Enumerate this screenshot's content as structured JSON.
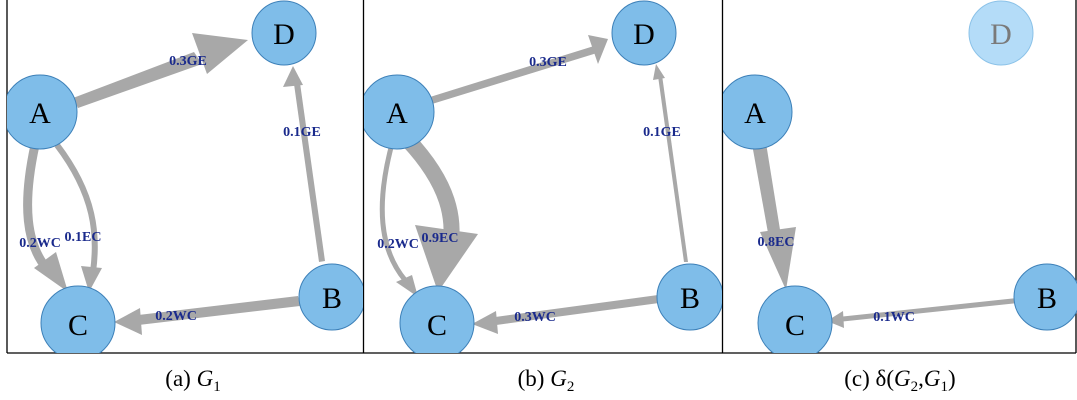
{
  "colors": {
    "node_fill": "#7fbde9",
    "node_stroke": "#3d80b8",
    "faded_fill": "#b4dcf8",
    "faded_stroke": "#8bc2e8",
    "faded_label": "#7a7a7a",
    "edge": "#a8a8a8",
    "edge_label": "#1a2a8c",
    "frame": "#000000"
  },
  "panels": [
    {
      "id": "g1",
      "caption": {
        "prefix": "(a) ",
        "symbol": "G",
        "sub": "1",
        "suffix": ""
      },
      "nodes": [
        {
          "id": "D",
          "label": "D",
          "faded": false
        },
        {
          "id": "A",
          "label": "A",
          "faded": false
        },
        {
          "id": "B",
          "label": "B",
          "faded": false
        },
        {
          "id": "C",
          "label": "C",
          "faded": false
        }
      ],
      "edges": [
        {
          "from": "A",
          "to": "D",
          "label": "0.3GE",
          "weight": 0.3
        },
        {
          "from": "B",
          "to": "D",
          "label": "0.1GE",
          "weight": 0.1
        },
        {
          "from": "A",
          "to": "C",
          "label": "0.2WC",
          "weight": 0.2
        },
        {
          "from": "A",
          "to": "C",
          "label": "0.1EC",
          "weight": 0.1
        },
        {
          "from": "B",
          "to": "C",
          "label": "0.2WC",
          "weight": 0.2
        }
      ]
    },
    {
      "id": "g2",
      "caption": {
        "prefix": "(b) ",
        "symbol": "G",
        "sub": "2",
        "suffix": ""
      },
      "nodes": [
        {
          "id": "D",
          "label": "D",
          "faded": false
        },
        {
          "id": "A",
          "label": "A",
          "faded": false
        },
        {
          "id": "B",
          "label": "B",
          "faded": false
        },
        {
          "id": "C",
          "label": "C",
          "faded": false
        }
      ],
      "edges": [
        {
          "from": "A",
          "to": "D",
          "label": "0.3GE",
          "weight": 0.3
        },
        {
          "from": "B",
          "to": "D",
          "label": "0.1GE",
          "weight": 0.1
        },
        {
          "from": "A",
          "to": "C",
          "label": "0.2WC",
          "weight": 0.2
        },
        {
          "from": "A",
          "to": "C",
          "label": "0.9EC",
          "weight": 0.9
        },
        {
          "from": "B",
          "to": "C",
          "label": "0.3WC",
          "weight": 0.3
        }
      ]
    },
    {
      "id": "delta",
      "caption": {
        "prefix": "(c) δ(",
        "symbol": "G",
        "sub": "2",
        "mid": ",",
        "symbol2": "G",
        "sub2": "1",
        "suffix": ")"
      },
      "nodes": [
        {
          "id": "D",
          "label": "D",
          "faded": true
        },
        {
          "id": "A",
          "label": "A",
          "faded": false
        },
        {
          "id": "B",
          "label": "B",
          "faded": false
        },
        {
          "id": "C",
          "label": "C",
          "faded": false
        }
      ],
      "edges": [
        {
          "from": "A",
          "to": "C",
          "label": "0.8EC",
          "weight": 0.8
        },
        {
          "from": "B",
          "to": "C",
          "label": "0.1WC",
          "weight": 0.1
        }
      ]
    }
  ]
}
